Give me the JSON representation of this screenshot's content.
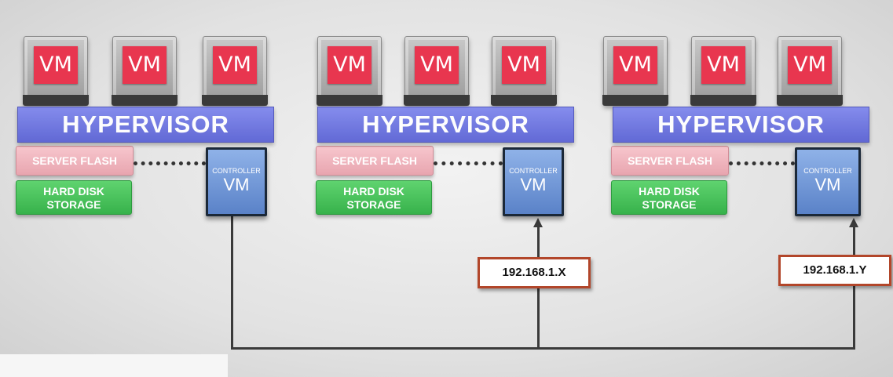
{
  "nodes": [
    {
      "vms": [
        "VM",
        "VM",
        "VM"
      ],
      "hypervisor": "HYPERVISOR",
      "server_flash": "SERVER FLASH",
      "hard_disk_line1": "HARD DISK",
      "hard_disk_line2": "STORAGE",
      "controller_line1": "CONTROLLER",
      "controller_line2": "VM"
    },
    {
      "vms": [
        "VM",
        "VM",
        "VM"
      ],
      "hypervisor": "HYPERVISOR",
      "server_flash": "SERVER FLASH",
      "hard_disk_line1": "HARD DISK",
      "hard_disk_line2": "STORAGE",
      "controller_line1": "CONTROLLER",
      "controller_line2": "VM"
    },
    {
      "vms": [
        "VM",
        "VM",
        "VM"
      ],
      "hypervisor": "HYPERVISOR",
      "server_flash": "SERVER FLASH",
      "hard_disk_line1": "HARD DISK",
      "hard_disk_line2": "STORAGE",
      "controller_line1": "CONTROLLER",
      "controller_line2": "VM"
    }
  ],
  "ip_labels": [
    "192.168.1.X",
    "192.168.1.Y"
  ],
  "colors": {
    "vm": "#e8364f",
    "hypervisor": "#6a72e2",
    "server_flash": "#f3b9c1",
    "hard_disk": "#45c05a",
    "controller": "#6f95d8",
    "ip_border": "#b2462a"
  }
}
